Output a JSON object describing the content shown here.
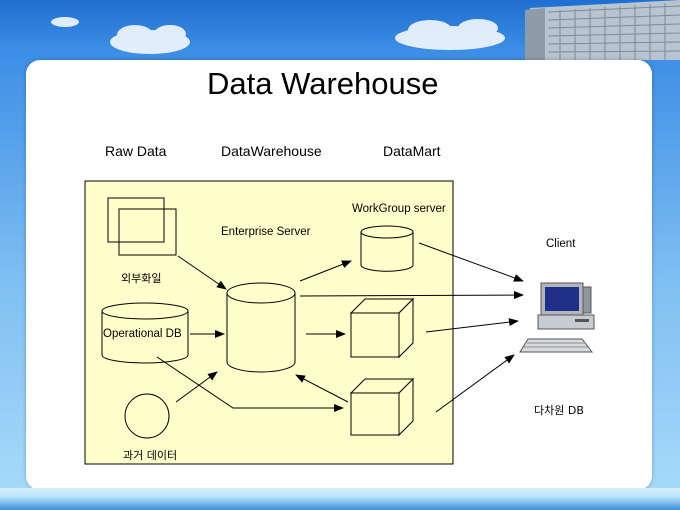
{
  "slide": {
    "title": "Data Warehouse",
    "columns": [
      "Raw Data",
      "DataWarehouse",
      "DataMart"
    ]
  },
  "labels": {
    "external_files": "외부화일",
    "operational_db": "Operational  DB",
    "legacy_data": "과거 데이터",
    "enterprise_server": "Enterprise Server",
    "workgroup_server": "WorkGroup server",
    "client": "Client",
    "multidim_db": "다차원 DB"
  },
  "colors": {
    "panel_fill": "#ffffcc",
    "sky": "#7fbff2",
    "accent_blue": "#1f6fd0"
  },
  "icons": [
    "computer-icon",
    "building-icon",
    "cloud-icon"
  ]
}
